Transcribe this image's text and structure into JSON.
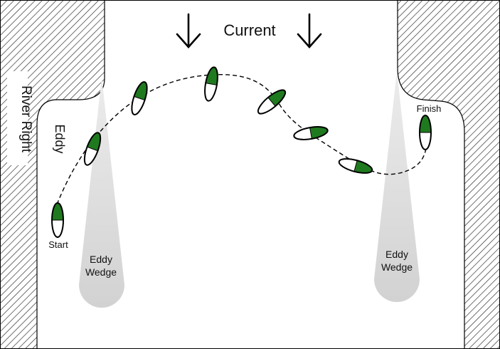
{
  "labels": {
    "current": "Current",
    "river_right": "River Right",
    "eddy": "Eddy",
    "eddy_wedge_left": [
      "Eddy",
      "Wedge"
    ],
    "eddy_wedge_right": [
      "Eddy",
      "Wedge"
    ],
    "start": "Start",
    "finish": "Finish"
  },
  "icons": [
    "arrow-down-icon",
    "arrow-down-icon"
  ],
  "colors": {
    "boat_green": "#1f7a1f",
    "wedge_gray": "#d6d6d6",
    "bank_hatch": "#333333"
  }
}
